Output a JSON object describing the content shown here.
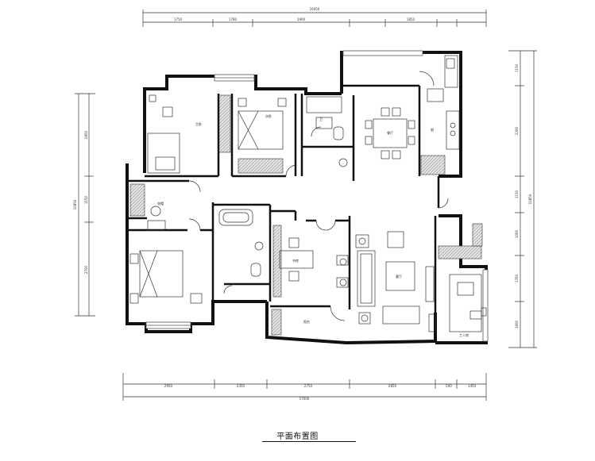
{
  "drawing": {
    "caption": "平面布置图",
    "top_total": "16050",
    "top_segments": [
      "1750",
      "1780",
      "1900",
      "",
      "1850",
      ""
    ],
    "bottom_total": "17000",
    "bottom_segments": [
      "2950",
      "2350",
      "2750",
      "2850",
      "500",
      "1450"
    ],
    "left_total": "10850",
    "left_segments": [
      "2850",
      "1150",
      "2700"
    ],
    "right_total": "10850",
    "right_segments": [
      "1150",
      "2200",
      "1150",
      "1000",
      "1350",
      "1600"
    ],
    "rooms": [
      "主卧",
      "次卧",
      "卫",
      "厨",
      "餐厅",
      "客厅",
      "书房",
      "衣帽",
      "阳台",
      "工人房"
    ],
    "colors": {
      "wall": "#111111",
      "line": "#333333",
      "hatch": "#777777",
      "window": "#555555"
    }
  }
}
